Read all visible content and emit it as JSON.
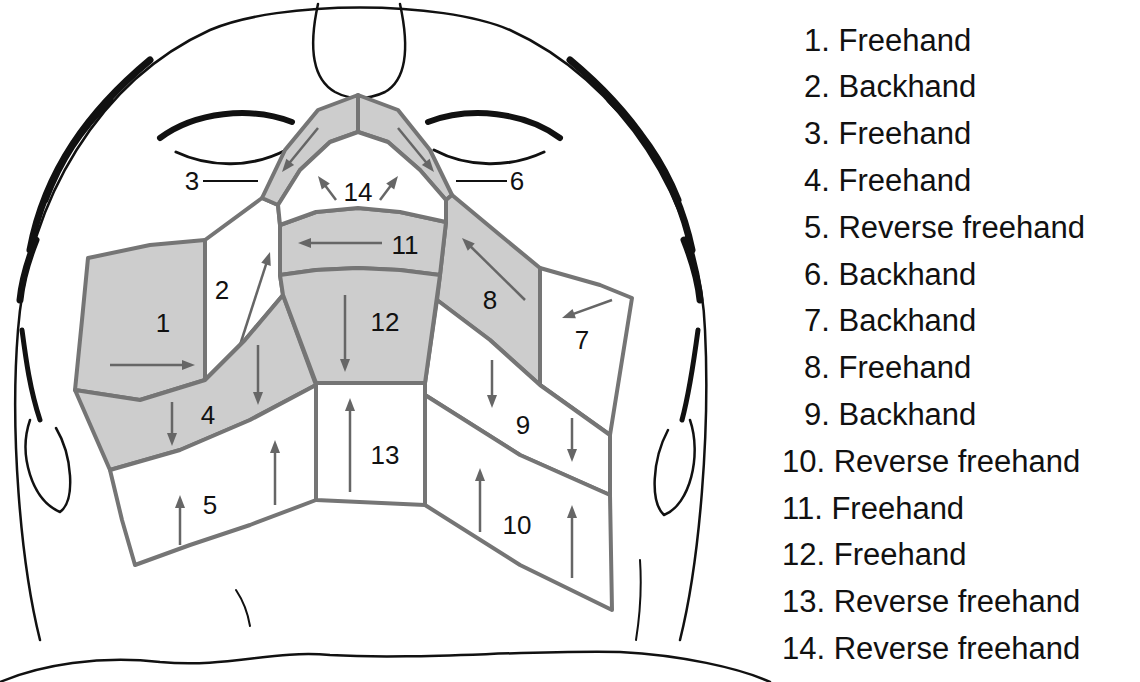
{
  "diagram": {
    "nodes": [
      {
        "text": [
          "1"
        ]
      },
      {
        "text": [
          "2"
        ]
      },
      {
        "text": [
          "3"
        ]
      },
      {
        "text": [
          "4"
        ]
      },
      {
        "text": [
          "5"
        ]
      },
      {
        "text": [
          "6"
        ]
      },
      {
        "text": [
          "7"
        ]
      },
      {
        "text": [
          "8"
        ]
      },
      {
        "text": [
          "9"
        ]
      },
      {
        "text": [
          "10"
        ]
      },
      {
        "text": [
          "11"
        ]
      },
      {
        "text": [
          "12"
        ]
      },
      {
        "text": [
          "13"
        ]
      },
      {
        "text": [
          "14"
        ]
      }
    ],
    "labels": [
      "1. Freehand",
      "2. Backhand",
      "3. Freehand",
      "4. Freehand",
      "5. Reverse freehand",
      "6. Backhand",
      "7. Backhand",
      "8. Freehand",
      "9. Backhand",
      "10. Reverse freehand",
      "11. Freehand",
      "12. Freehand",
      "13. Reverse freehand",
      "14. Reverse freehand"
    ]
  }
}
